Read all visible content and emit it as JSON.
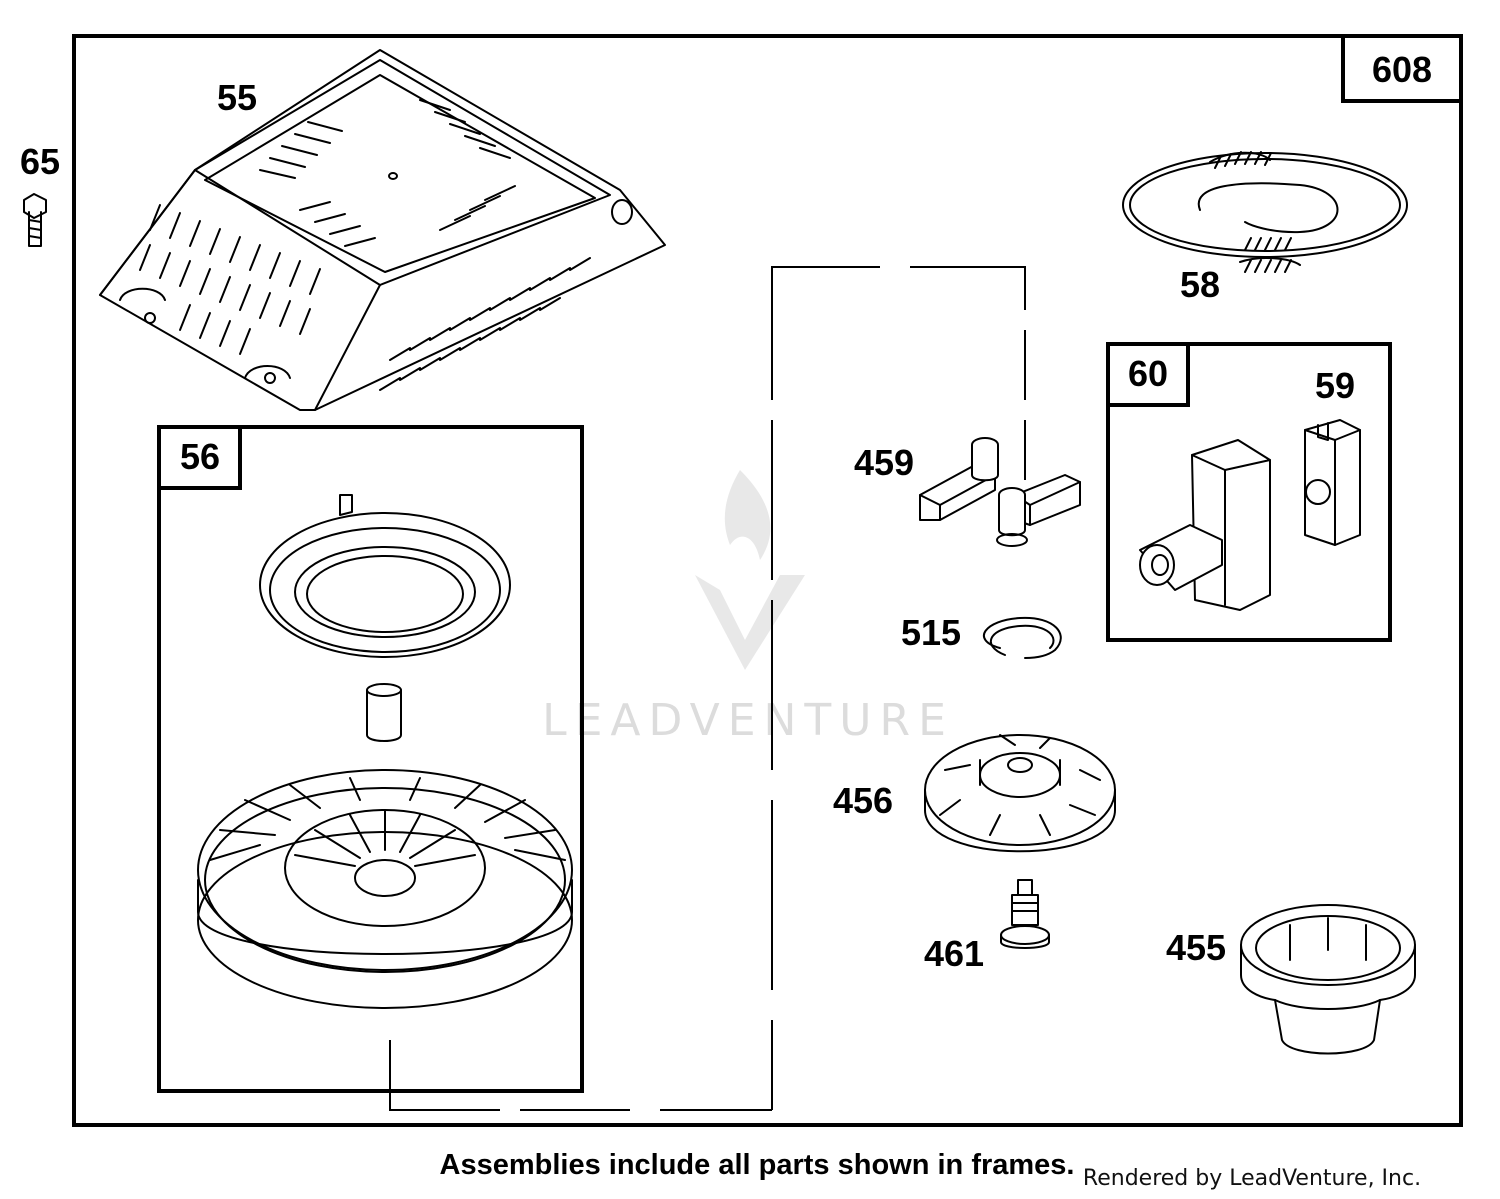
{
  "diagram": {
    "assembly_label": "608",
    "parts": {
      "bolt": "65",
      "housing": "55",
      "starter_assembly": "56",
      "rope": "58",
      "handle_assembly": "60",
      "handle_insert": "59",
      "dog": "459",
      "retainer_ring": "515",
      "dog_cup": "456",
      "screw": "461",
      "cup": "455"
    },
    "footnote": "Assemblies include all parts shown in frames.",
    "credit": "Rendered by LeadVenture, Inc.",
    "watermark": "LEADVENTURE"
  }
}
